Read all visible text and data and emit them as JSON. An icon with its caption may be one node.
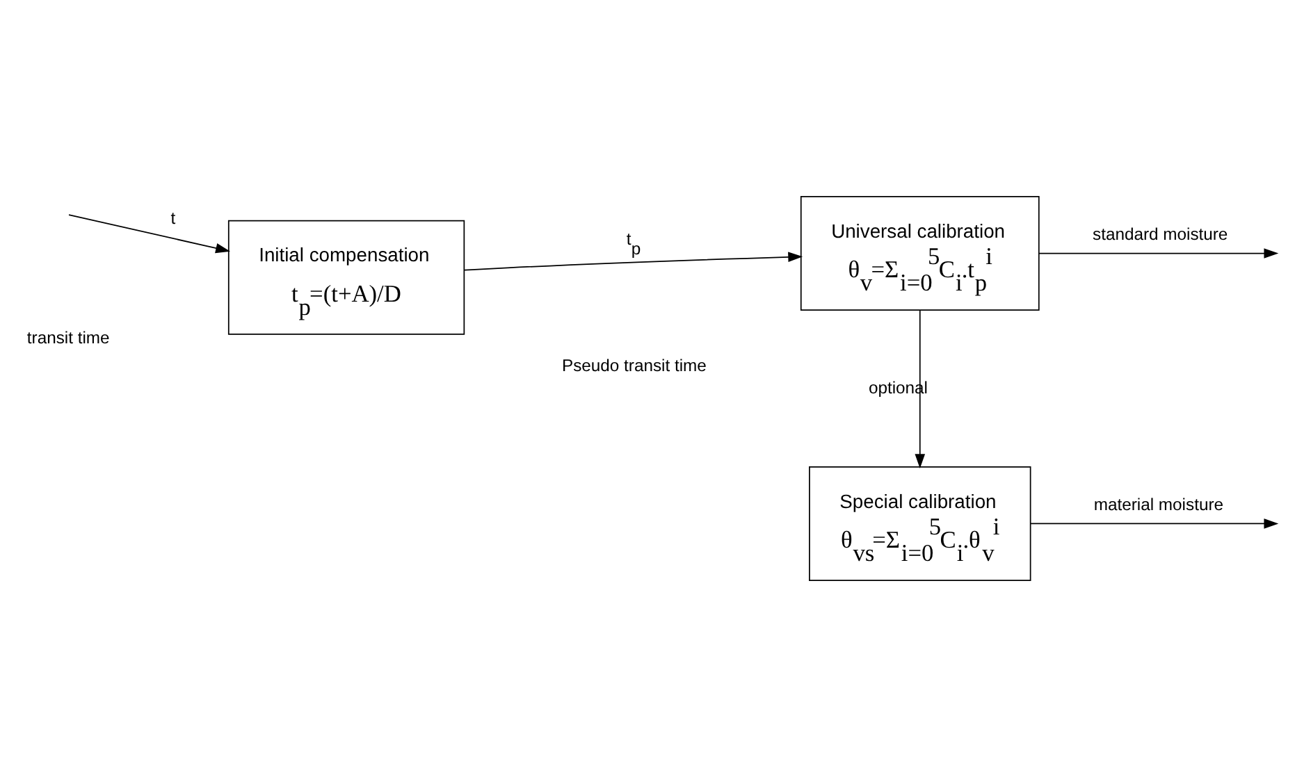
{
  "diagram": {
    "nodes": [
      {
        "text": [
          "Initial compensation",
          "t$_{p}$=(t+A)/D"
        ]
      },
      {
        "text": [
          "Universal calibration",
          "θ$_{v}$=Σ$_{i=0}$$^{5}$C$_{i}$.t$_{p}$$^{i}$"
        ]
      },
      {
        "text": [
          "Special calibration",
          "θ$_{vs}$=Σ$_{i=0}$$^{5}$C$_{i}$.θ$_{v}$$^{i}$"
        ]
      }
    ],
    "edges": [
      {
        "from": null,
        "to": 0,
        "arrow": "to",
        "label": "t"
      },
      {
        "from": 0,
        "to": 1,
        "arrow": "to",
        "label": "t$_{p}$"
      },
      {
        "from": 1,
        "to": null,
        "arrow": "to",
        "label": "standard moisture"
      },
      {
        "from": 1,
        "to": 2,
        "arrow": "to",
        "label": "optional"
      },
      {
        "from": 2,
        "to": null,
        "arrow": "to",
        "label": "material moisture"
      }
    ],
    "labels": [
      "transit time",
      "Pseudo transit time"
    ]
  }
}
